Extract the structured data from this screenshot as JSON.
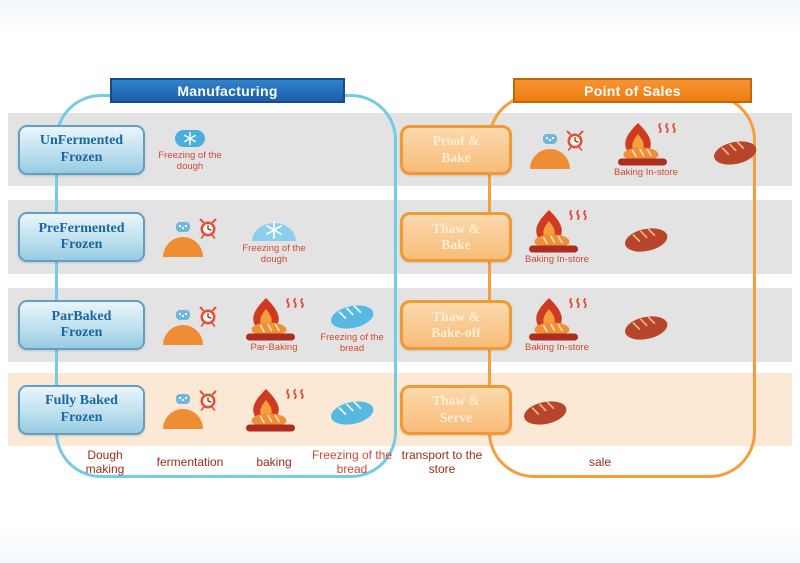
{
  "headers": {
    "manufacturing": "Manufacturing",
    "point_of_sales": "Point of Sales"
  },
  "colors": {
    "manufacturing_blue": "#1e6fbf",
    "pos_orange": "#f5821f",
    "container_blue": "#74cbe4",
    "container_orange": "#f59e3c",
    "stripe_gray": "#e3e3e3",
    "stripe_peach": "#fbe9d6",
    "caption_red": "#d14a32",
    "column_label_maroon": "#9a2c1c",
    "process_text_blue": "#1b67a0",
    "pos_label_text": "#fdeed2",
    "dough_orange": "#ee8d33",
    "frozen_blue": "#57b8e2",
    "baked_bread_brown": "#b6452c"
  },
  "rows": [
    {
      "process_label": "UnFermented Frozen",
      "pos_label": "Proof & Bake",
      "manufacturing_steps": [
        {
          "icon": "frozen-dough-badge-icon",
          "caption": "Freezing of the dough",
          "col": "fermentation"
        }
      ],
      "pos_steps": [
        {
          "icon": "dough-proofing-icon",
          "caption": "",
          "col": "store1"
        },
        {
          "icon": "oven-baking-icon",
          "caption": "Baking In-store",
          "col": "store2"
        },
        {
          "icon": "baked-bread-icon",
          "caption": "",
          "col": "store3"
        }
      ]
    },
    {
      "process_label": "PreFermented Frozen",
      "pos_label": "Thaw & Bake",
      "manufacturing_steps": [
        {
          "icon": "dough-proofing-icon",
          "caption": "",
          "col": "fermentation"
        },
        {
          "icon": "frozen-dough-dome-icon",
          "caption": "Freezing of the dough",
          "col": "baking"
        }
      ],
      "pos_steps": [
        {
          "icon": "oven-baking-icon",
          "caption": "Baking In-store",
          "col": "store1"
        },
        {
          "icon": "baked-bread-icon",
          "caption": "",
          "col": "store2"
        }
      ]
    },
    {
      "process_label": "ParBaked Frozen",
      "pos_label": "Thaw & Bake-off",
      "manufacturing_steps": [
        {
          "icon": "dough-proofing-icon",
          "caption": "",
          "col": "fermentation"
        },
        {
          "icon": "oven-baking-icon",
          "caption": "Par-Baking",
          "col": "baking"
        },
        {
          "icon": "frozen-bread-icon",
          "caption": "Freezing of the bread",
          "col": "freezing"
        }
      ],
      "pos_steps": [
        {
          "icon": "oven-baking-icon",
          "caption": "Baking In-store",
          "col": "store1"
        },
        {
          "icon": "baked-bread-icon",
          "caption": "",
          "col": "store2"
        }
      ]
    },
    {
      "process_label": "Fully Baked Frozen",
      "pos_label": "Thaw & Serve",
      "manufacturing_steps": [
        {
          "icon": "dough-proofing-icon",
          "caption": "",
          "col": "fermentation"
        },
        {
          "icon": "oven-baking-icon",
          "caption": "",
          "col": "baking"
        },
        {
          "icon": "frozen-bread-icon",
          "caption": "",
          "col": "freezing"
        }
      ],
      "pos_steps": [
        {
          "icon": "baked-bread-icon",
          "caption": "",
          "col": "store0"
        }
      ]
    }
  ],
  "column_labels": [
    {
      "text": "Dough making",
      "col": "dough",
      "tone": "dark"
    },
    {
      "text": "fermentation",
      "col": "fermentation",
      "tone": "dark"
    },
    {
      "text": "baking",
      "col": "baking",
      "tone": "dark"
    },
    {
      "text": "Freezing of the bread",
      "col": "freezing",
      "tone": "red"
    },
    {
      "text": "transport to the store",
      "col": "transport",
      "tone": "dark"
    },
    {
      "text": "sale",
      "col": "sale",
      "tone": "dark"
    }
  ]
}
